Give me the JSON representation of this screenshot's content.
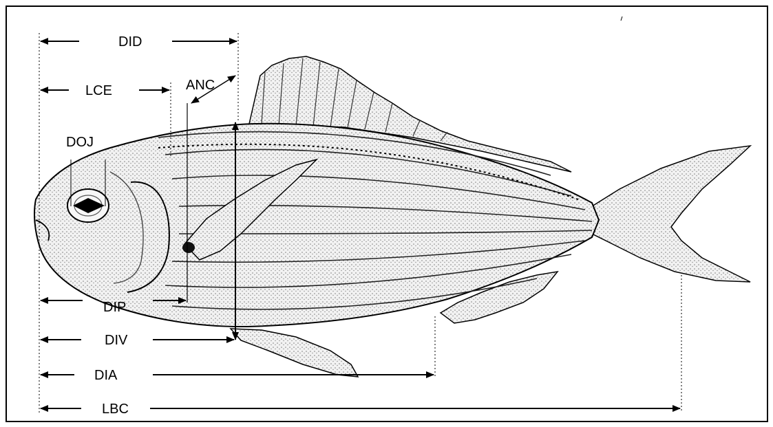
{
  "labels": {
    "did": "DID",
    "lce": "LCE",
    "anc": "ANC",
    "doj": "DOJ",
    "dip": "DIP",
    "div": "DIV",
    "dia": "DIA",
    "lbc": "LBC"
  },
  "colors": {
    "ink": "#000000",
    "fish_fill": "#e8e8e8",
    "stipple": "#6a6a6a",
    "background": "#ffffff"
  }
}
